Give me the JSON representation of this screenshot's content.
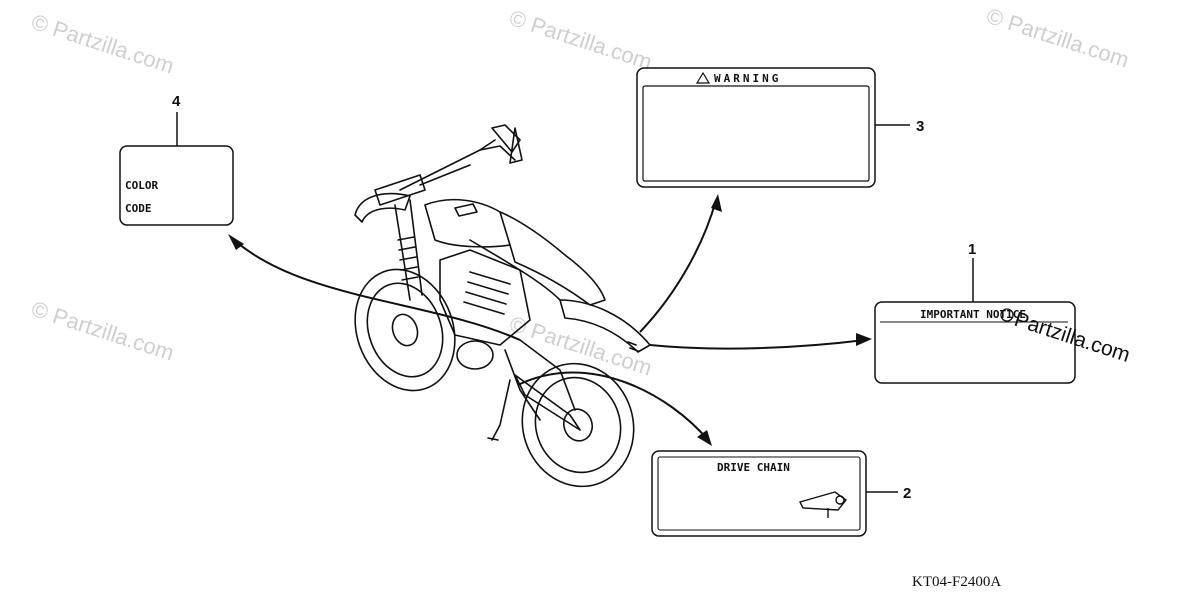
{
  "watermark": {
    "text": "© Partzilla.com",
    "overlay_text": "Partzilla.com"
  },
  "callouts": [
    {
      "number": "1",
      "label_line1": "IMPORTANT NOTICE"
    },
    {
      "number": "2",
      "label_line1": "DRIVE CHAIN"
    },
    {
      "number": "3",
      "label_line1": "WARNING"
    },
    {
      "number": "4",
      "label_line1": "COLOR",
      "label_line2": "CODE"
    }
  ],
  "figure_code": "KT04-F2400A",
  "colors": {
    "ink": "#111111",
    "watermark": "#cfcfcf"
  }
}
